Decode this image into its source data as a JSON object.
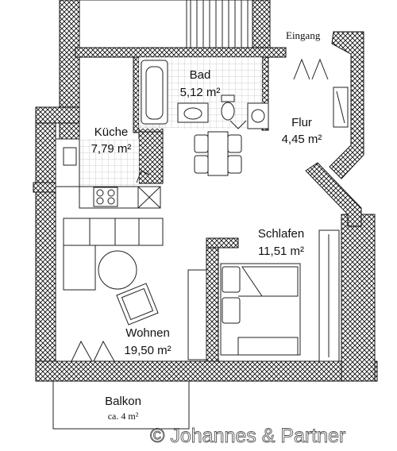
{
  "entrance_label": "Eingang",
  "rooms": {
    "bad": {
      "name": "Bad",
      "area": "5,12 m²"
    },
    "kueche": {
      "name": "Küche",
      "area": "7,79 m²"
    },
    "flur": {
      "name": "Flur",
      "area": "4,45 m²"
    },
    "schlafen": {
      "name": "Schlafen",
      "area": "11,51 m²"
    },
    "wohnen": {
      "name": "Wohnen",
      "area": "19,50 m²"
    }
  },
  "balkon": {
    "name": "Balkon",
    "area": "ca. 4 m²"
  },
  "watermark": "© Johannes & Partner",
  "colors": {
    "wall_hatch": "#111111",
    "line": "#222222",
    "background": "#ffffff"
  }
}
